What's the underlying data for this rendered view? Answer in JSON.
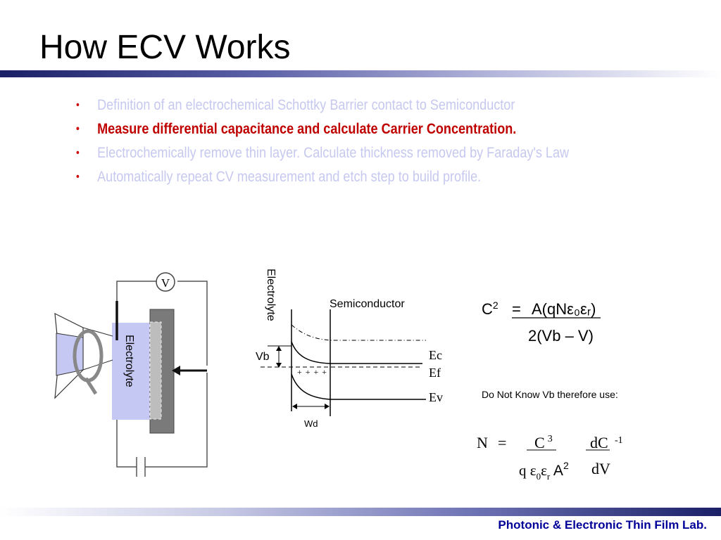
{
  "slide": {
    "title": "How ECV Works",
    "bullets": [
      {
        "text": "Definition of an electrochemical Schottky Barrier contact to Semiconductor",
        "state": "faded"
      },
      {
        "text": "Measure differential capacitance and calculate Carrier Concentration.",
        "state": "active"
      },
      {
        "text": "Electrochemically remove thin layer. Calculate thickness removed by Faraday's Law",
        "state": "faded"
      },
      {
        "text": "Automatically repeat CV measurement and etch step to build profile.",
        "state": "faded"
      }
    ],
    "bullet_char": "•",
    "footer": "Photonic & Electronic Thin Film Lab."
  },
  "cell_diagram": {
    "voltmeter_label": "V",
    "electrolyte_label": "Electrolyte"
  },
  "band_diagram": {
    "electrolyte_label": "Electrolyte",
    "semiconductor_label": "Semiconductor",
    "vb_label": "Vb",
    "ec_label": "Ec",
    "ef_label": "Ef",
    "ev_label": "Ev",
    "wd_label": "Wd",
    "charges": "+ + + +"
  },
  "equations": {
    "eq1_lhs": "C",
    "eq1_lhs_exp": "2",
    "eq1_equals": "=",
    "eq1_num": "A(qNε₀εᵣ)",
    "eq1_den": "2(Vb – V)",
    "note": "Do Not Know Vb therefore use:",
    "eq2_lhs": "N",
    "eq2_equals": "=",
    "eq2_num1": "C",
    "eq2_num1_exp": "3",
    "eq2_num2": "dC",
    "eq2_num2_exp": "-1",
    "eq2_den1_q": "q ε",
    "eq2_den1_sub0": "0",
    "eq2_den1_eps": "ε",
    "eq2_den1_subr": "r",
    "eq2_den1_A": " A",
    "eq2_den1_A_exp": "2",
    "eq2_den2": "dV"
  },
  "colors": {
    "bullet_faded": "#c6c8ef",
    "bullet_active": "#c00000",
    "footer": "#000099",
    "electrolyte_fill": "#c5c8f2",
    "electrode_fill": "#7a7a7a"
  }
}
